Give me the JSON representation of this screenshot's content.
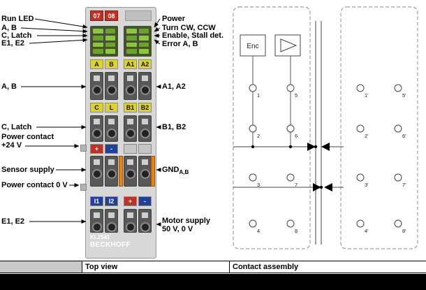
{
  "module": {
    "id_labels": [
      "07",
      "08"
    ],
    "terminal_rows": {
      "row1": [
        "A",
        "B",
        "A1",
        "A2"
      ],
      "row2": [
        "C",
        "L",
        "B1",
        "B2"
      ],
      "row3": [
        "+",
        "-"
      ],
      "row4": [
        "I1",
        "I2",
        "+",
        "-"
      ]
    },
    "model": "KL2541",
    "brand": "BECKHOFF"
  },
  "callouts": {
    "left": [
      "Run LED",
      "A, B",
      "C, Latch",
      "E1, E2",
      "A, B",
      "C, Latch",
      "Power contact\n+24 V",
      "Sensor supply",
      "Power contact 0 V",
      "E1, E2"
    ],
    "right": {
      "power": "Power",
      "turn": "Turn CW, CCW",
      "enable": "Enable, Stall det.",
      "error": "Error A, B",
      "a1a2": "A1, A2",
      "b1b2": "B1, B2",
      "gnd": "GND",
      "gnd_sub": "A,B",
      "motor": "Motor supply\n50 V, 0 V"
    }
  },
  "schematic": {
    "enc_label": "Enc",
    "contacts": [
      "1",
      "5",
      "1'",
      "5'",
      "2",
      "6",
      "2'",
      "6'",
      "3",
      "7",
      "3'",
      "7'",
      "4",
      "8",
      "4'",
      "8'"
    ]
  },
  "captions": {
    "left": "Top view",
    "right": "Contact assembly"
  },
  "colors": {
    "terminal_yellow": "#dcd32f",
    "terminal_red": "#c03024",
    "terminal_blue": "#20409a",
    "power_contact_orange": "#e8830d",
    "led_green": "#8cc63f"
  }
}
